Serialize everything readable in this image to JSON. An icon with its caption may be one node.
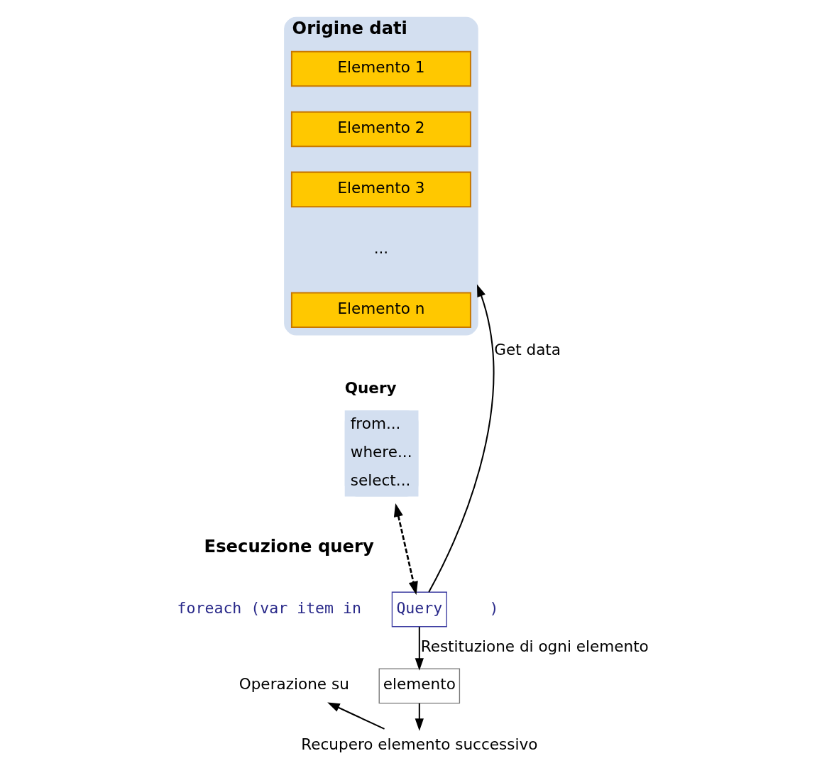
{
  "diagram": {
    "nodes": [
      {
        "text": [
          "Origine dati"
        ]
      },
      {
        "text": [
          "Elemento 1"
        ],
        "in": 0
      },
      {
        "text": [
          "Elemento 2"
        ],
        "in": 0
      },
      {
        "text": [
          "Elemento 3"
        ],
        "in": 0
      },
      {
        "text": [
          "Elemento n"
        ],
        "in": 0
      },
      {
        "text": [
          "Query",
          "from...",
          "where...",
          "select..."
        ]
      },
      {
        "text": [
          "Query"
        ]
      },
      {
        "text": [
          "Operazione su"
        ]
      },
      {
        "text": [
          "elemento"
        ]
      },
      {
        "text": [
          "Recupero elemento successivo"
        ]
      }
    ],
    "edges": [
      {
        "from": 5,
        "to": 6,
        "arrow": "both",
        "style": "dashed"
      },
      {
        "from": 6,
        "to": 0,
        "arrow": "to",
        "label": "Get data"
      },
      {
        "from": 6,
        "to": 8,
        "arrow": "to",
        "label": "Restituzione di ogni elemento"
      },
      {
        "from": 8,
        "to": 9,
        "arrow": "to"
      },
      {
        "from": 9,
        "to": 7,
        "arrow": "to"
      }
    ],
    "labels": [
      "...",
      "Esecuzione query",
      "foreach (var item in",
      ")"
    ]
  }
}
